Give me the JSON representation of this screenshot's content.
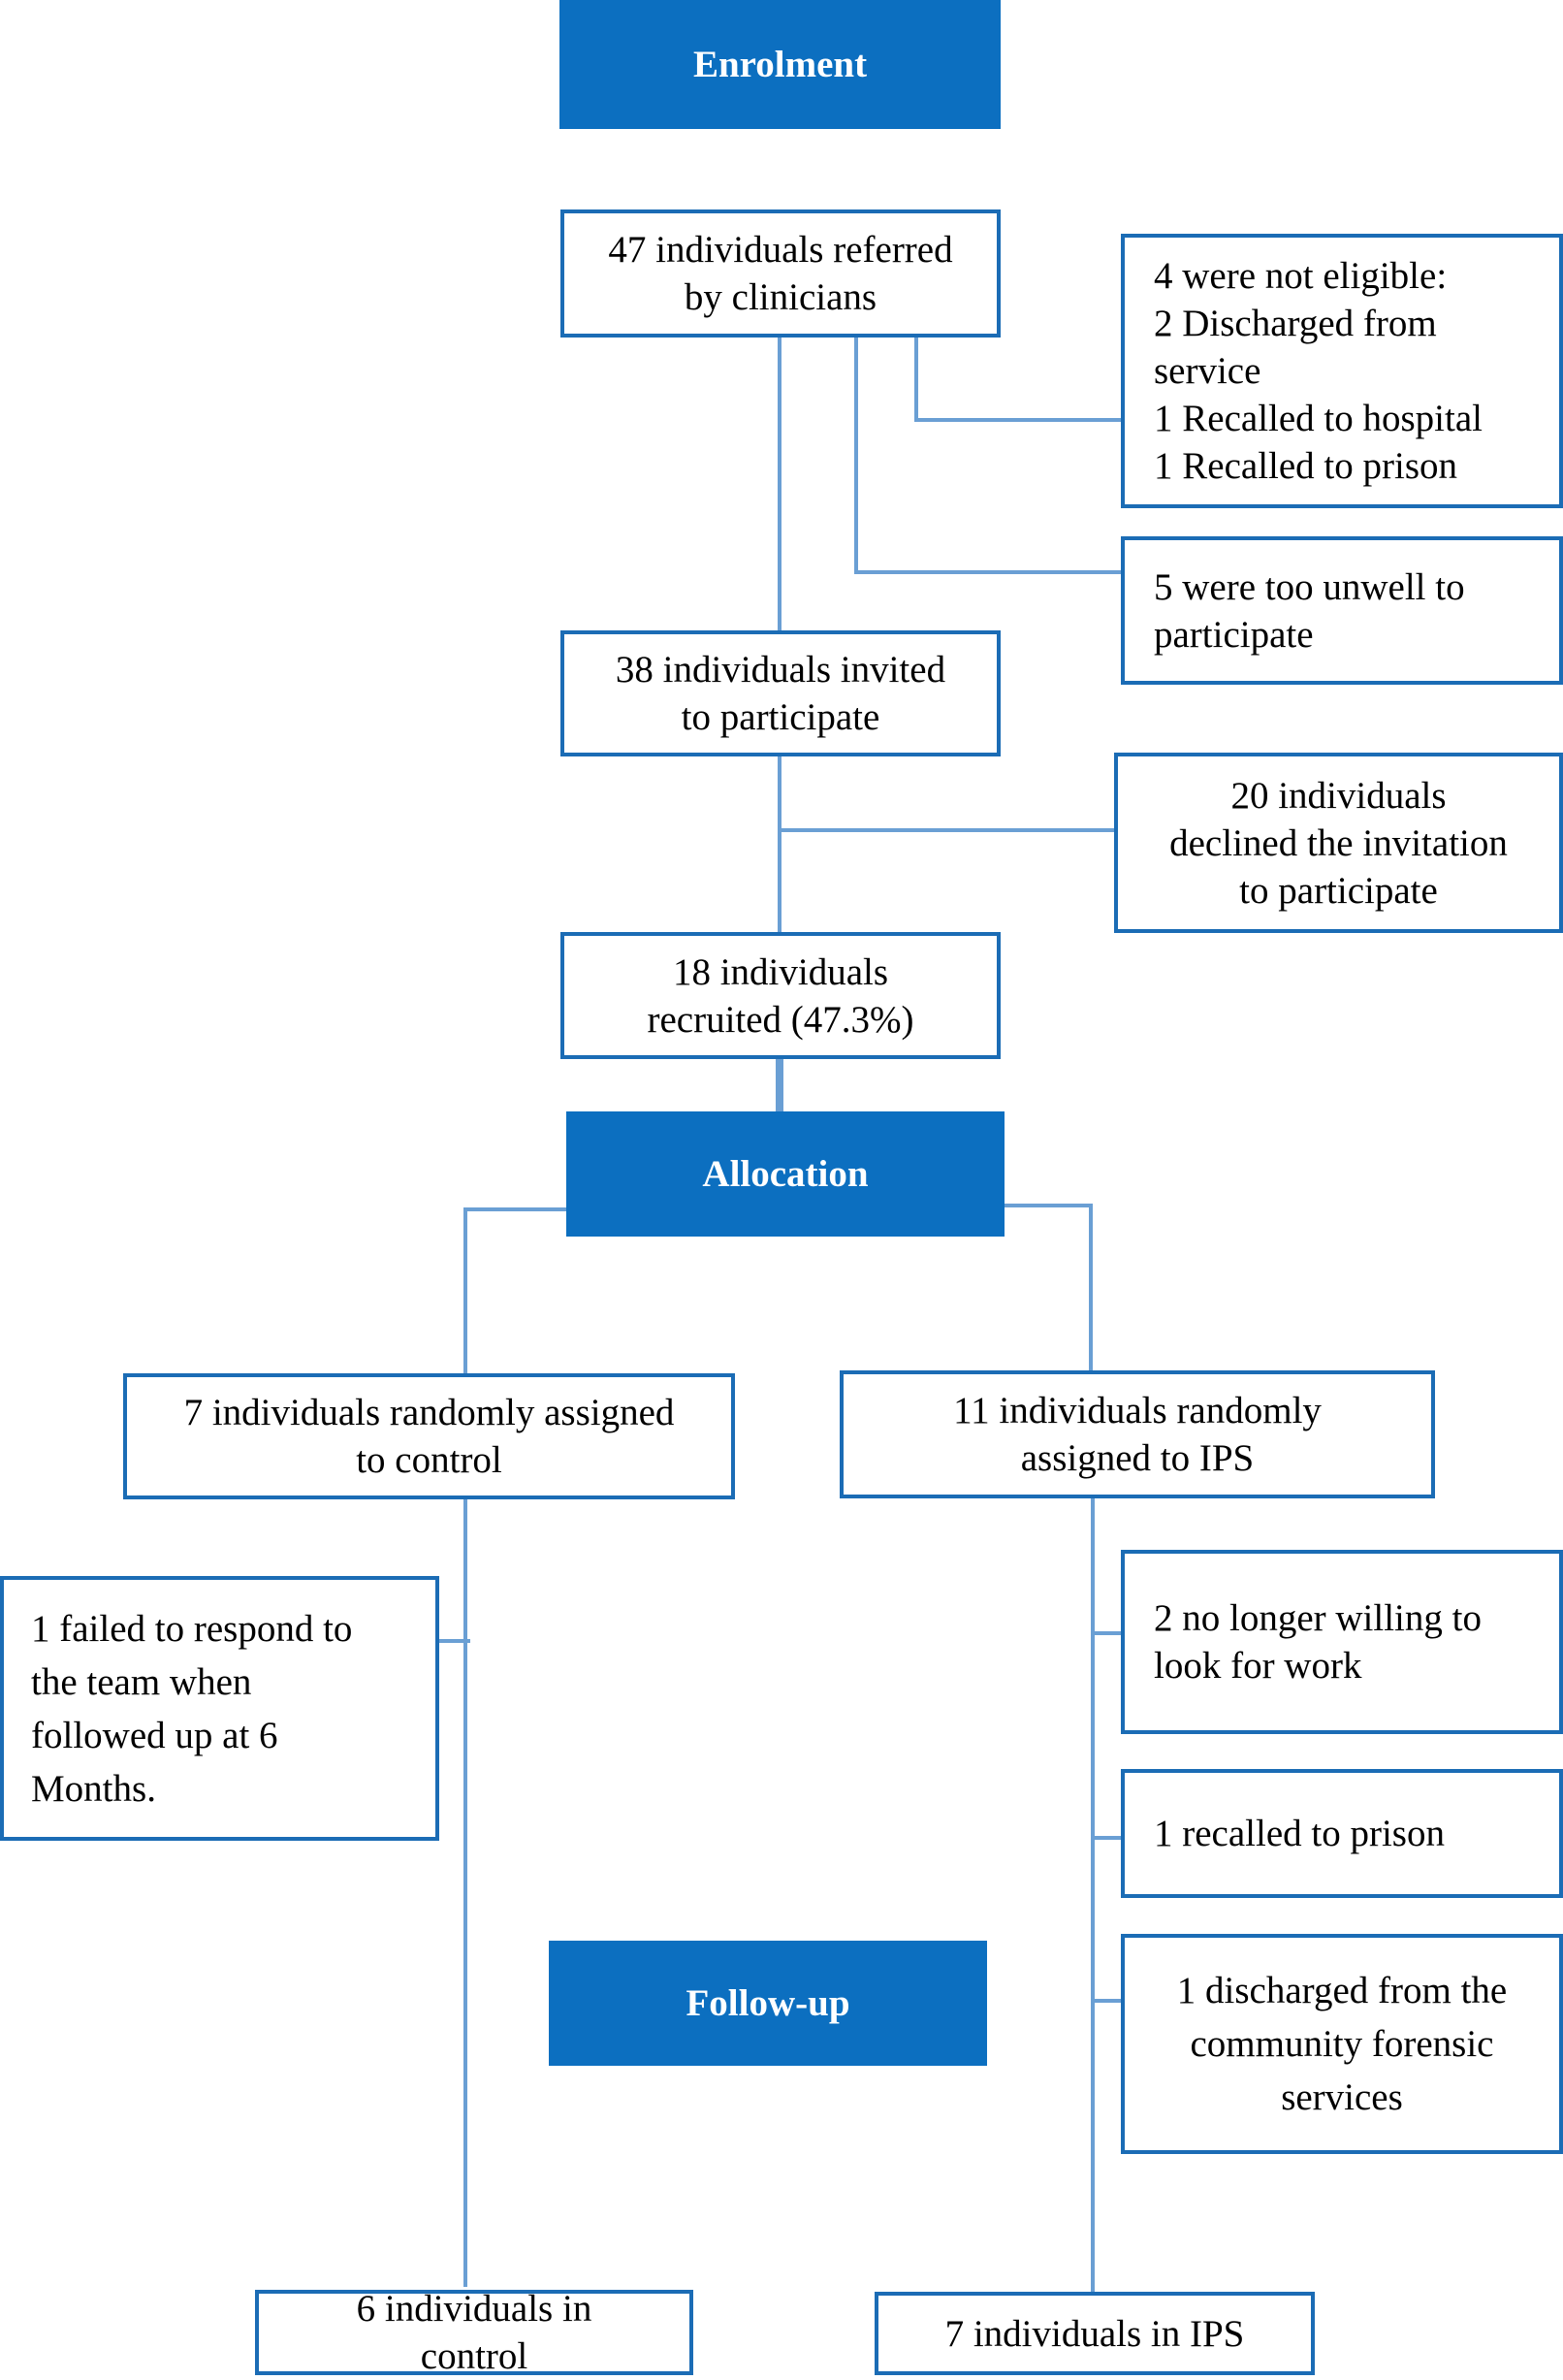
{
  "headers": {
    "enrolment": "Enrolment",
    "allocation": "Allocation",
    "followup": "Follow-up"
  },
  "boxes": {
    "referred": [
      "47 individuals referred",
      "by clinicians"
    ],
    "not_eligible": [
      "4 were not eligible:",
      "2 Discharged from",
      "service",
      "1 Recalled to hospital",
      "1 Recalled to prison"
    ],
    "too_unwell": [
      "5 were too unwell to",
      "participate"
    ],
    "invited": [
      "38 individuals invited",
      "to participate"
    ],
    "declined": [
      "20 individuals",
      "declined the invitation",
      "to participate"
    ],
    "recruited": [
      "18 individuals",
      "recruited (47.3%)"
    ],
    "control_assigned": [
      "7 individuals randomly assigned",
      "to control"
    ],
    "ips_assigned": [
      "11 individuals randomly",
      "assigned to IPS"
    ],
    "failed_respond": [
      "1 failed to respond to",
      "the team when",
      "followed up at 6",
      "Months."
    ],
    "no_longer_willing": [
      "2 no longer willing to",
      "look for work"
    ],
    "recalled_prison": [
      "1 recalled to prison"
    ],
    "discharged": [
      "1 discharged from the",
      "community forensic",
      "services"
    ],
    "control_final": [
      "6 individuals in",
      "control"
    ],
    "ips_final": [
      "7 individuals in IPS"
    ]
  },
  "colors": {
    "header_fill": "#0c6fc0",
    "box_border": "#1b6cb5",
    "connector": "#6a9fd4"
  }
}
